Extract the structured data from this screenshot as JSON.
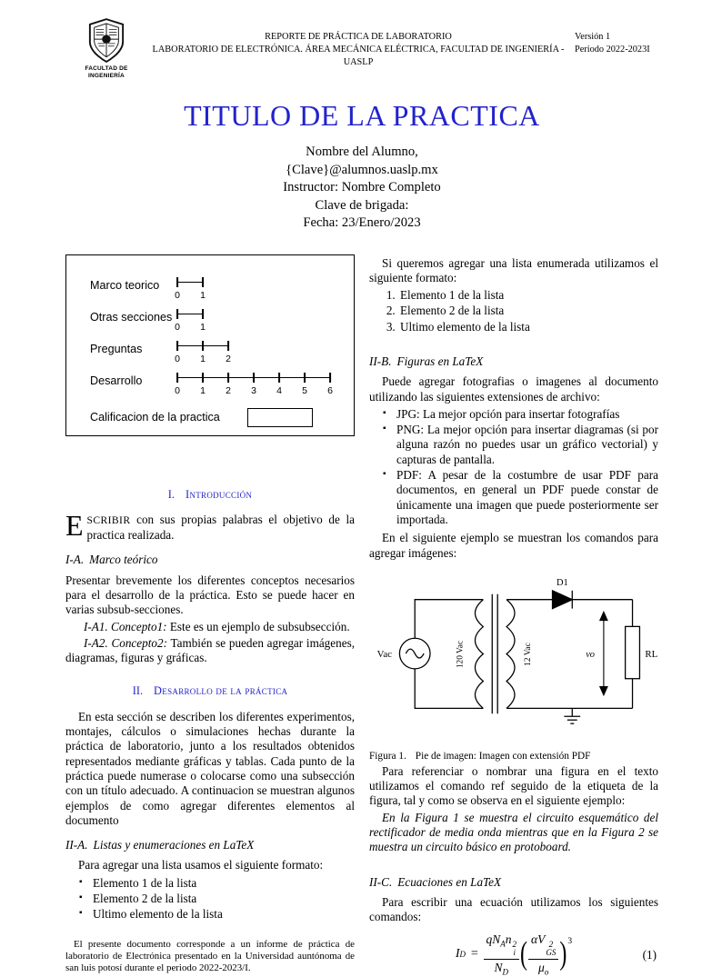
{
  "colors": {
    "accent": "#2222cc"
  },
  "header": {
    "logo_line1": "FACULTAD DE",
    "logo_line2": "INGENIERÍA",
    "line1": "REPORTE DE PRÁCTICA DE LABORATORIO",
    "line2": "LABORATORIO DE ELECTRÓNICA. ÁREA MECÁNICA ELÉCTRICA, FACULTAD DE INGENIERÍA - UASLP",
    "version": "Versión 1",
    "period": "Periodo 2022-2023I"
  },
  "title": "TITULO DE LA PRACTICA",
  "author": {
    "name": "Nombre del Alumno,",
    "email": "{Clave}@alumnos.uaslp.mx",
    "instructor": "Instructor: Nombre Completo",
    "brigade": "Clave de brigada:",
    "date": "Fecha: 23/Enero/2023"
  },
  "rubric": {
    "rows": [
      {
        "label": "Marco teorico",
        "ticks": [
          "0",
          "1"
        ]
      },
      {
        "label": "Otras secciones",
        "ticks": [
          "0",
          "1"
        ]
      },
      {
        "label": "Preguntas",
        "ticks": [
          "0",
          "1",
          "2"
        ]
      },
      {
        "label": "Desarrollo",
        "ticks": [
          "0",
          "1",
          "2",
          "3",
          "4",
          "5",
          "6"
        ]
      }
    ],
    "grade_label": "Calificacion de la practica"
  },
  "sec1": {
    "heading_num": "I.",
    "heading_title": "Introducción",
    "dropcap": "E",
    "lead_caps": "SCRIBIR",
    "lead_rest": " con sus propias palabras el objetivo de la practica realizada.",
    "subA_num": "I-A.",
    "subA_title": "Marco teórico",
    "pA": "Presentar brevemente los diferentes conceptos necesarios para el desarrollo de la práctica. Esto se puede hacer en varias subsub-secciones.",
    "pA1_label": "I-A1. Concepto1:",
    "pA1_text": " Este es un ejemplo de subsubsección.",
    "pA2_label": "I-A2. Concepto2:",
    "pA2_text": " También se pueden agregar imágenes, diagramas, figuras y gráficas."
  },
  "sec2": {
    "heading_num": "II.",
    "heading_title": "Desarrollo de la práctica",
    "intro_p": "En esta sección se describen los diferentes experimentos, montajes, cálculos o simulaciones hechas durante la práctica de laboratorio, junto a los resultados obtenidos representados mediante gráficas y tablas. Cada punto de la práctica puede numerase o colocarse como una subsección con un título adecuado. A continuacion se muestran algunos ejemplos de como agregar diferentes elementos al documento",
    "subA_num": "II-A.",
    "subA_title": "Listas y enumeraciones en LaTeX",
    "list_intro": "Para agregar una lista usamos el siguiente formato:",
    "bullet_items": [
      "Elemento 1 de la lista",
      "Elemento 2 de la lista",
      "Ultimo elemento de la lista"
    ],
    "enum_intro": "Si queremos agregar una lista enumerada utilizamos el siguiente formato:",
    "enum_items": [
      "Elemento 1 de la lista",
      "Elemento 2 de la lista",
      "Ultimo elemento de la lista"
    ],
    "subB_num": "II-B.",
    "subB_title": "Figuras en LaTeX",
    "figures_p": "Puede agregar fotografias o imagenes al documento utilizando las siguientes extensiones de archivo:",
    "ext_items": [
      "JPG: La mejor opción para insertar fotografías",
      "PNG: La mejor opción para insertar diagramas (si por alguna razón no puedes usar un gráfico vectorial) y capturas de pantalla.",
      "PDF: A pesar de la costumbre de usar PDF para documentos, en general un PDF puede constar de únicamente una imagen que puede posteriormente ser importada."
    ],
    "example_p": "En el siguiente ejemplo se muestran los comandos para agregar imágenes:",
    "ref_p": "Para referenciar o nombrar una figura en el texto utilizamos el comando ref seguido de la etiqueta de la figura, tal y como se observa en el siguiente ejemplo:",
    "ref_italic": "En la Figura 1 se muestra el circuito esquemático del rectificador de media onda mientras que en la Figura 2 se muestra un circuito básico en protoboard.",
    "subC_num": "II-C.",
    "subC_title": "Ecuaciones en LaTeX",
    "eq_p": "Para escribir una ecuación utilizamos los siguientes comandos:"
  },
  "fig": {
    "caption_label": "Figura 1.",
    "caption_text": "Pie de imagen: Imagen con extensión PDF"
  },
  "circuit": {
    "vac": "Vac",
    "primary": "120 Vac",
    "secondary": "12 Vac",
    "diode": "D1",
    "vout": "vo",
    "load": "RL"
  },
  "equation": {
    "lhs_base": "I",
    "lhs_sub": "D",
    "equals": "=",
    "num1_a": "qN",
    "num1_a_sub": "A",
    "num1_b": "n",
    "num1_b_sup": "2",
    "num1_b_sub": "i",
    "den1": "N",
    "den1_sub": "D",
    "num2": "αV",
    "num2_sup": "2",
    "num2_sub": "GS",
    "den2": "μ",
    "den2_sub": "o",
    "outer_exp": "3",
    "tag": "(1)"
  },
  "footnote": "El presente documento corresponde a un informe de práctica de laboratorio de Electrónica presentado en la Universidad auntónoma de san luis potosí durante el periodo 2022-2023/I."
}
